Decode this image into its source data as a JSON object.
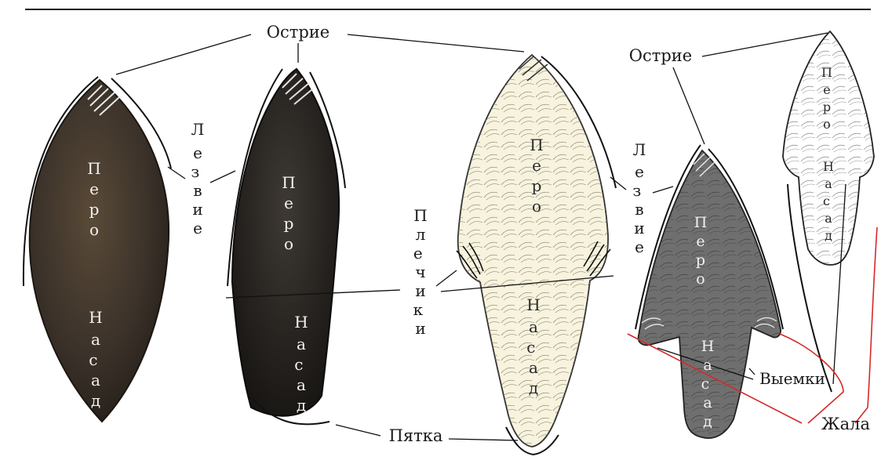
{
  "labels": {
    "ostrie": "Острие",
    "lezvie": "Лезвие",
    "pero": "Перо",
    "nasad": "Насад",
    "plechiki": "Плечики",
    "pyatka": "Пятка",
    "vyemki": "Выемки",
    "zhala": "Жала"
  },
  "colors": {
    "dark_flint": "#3a3129",
    "black_flint": "#25221f",
    "light_drawing": "#f7f3df",
    "grey_drawing": "#6f6f6f",
    "leader_red": "#d42a2a"
  }
}
